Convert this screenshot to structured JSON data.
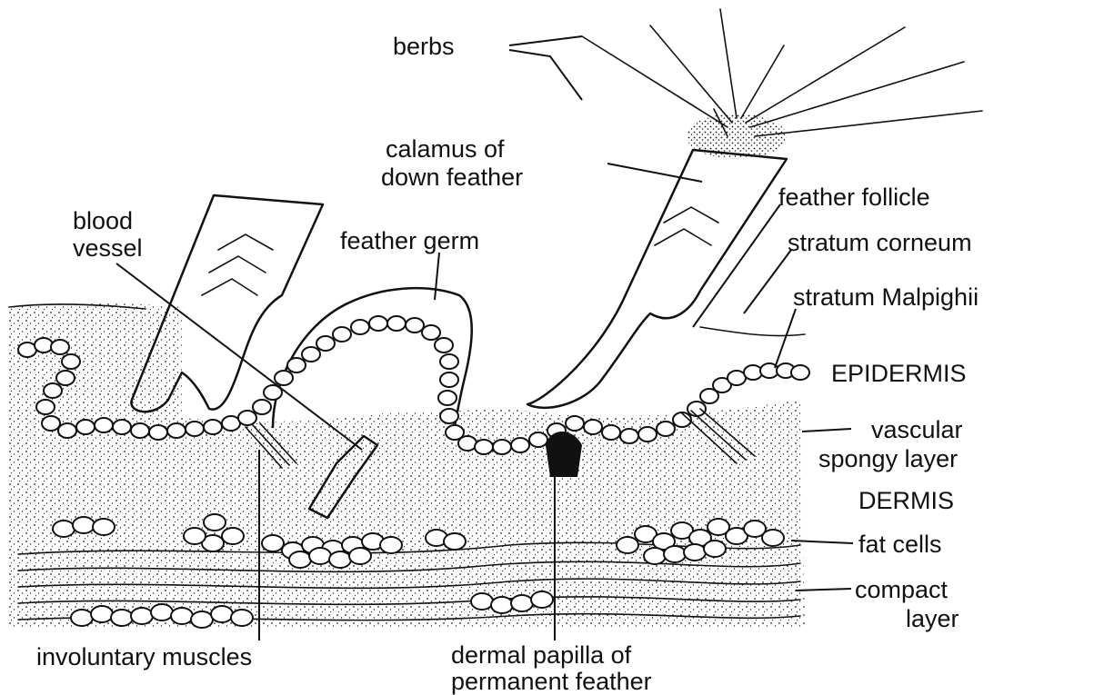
{
  "labels": {
    "barbs": "berbs",
    "calamus": [
      "calamus of",
      "down feather"
    ],
    "feather_follicle": "feather follicle",
    "stratum_corneum": "stratum corneum",
    "stratum_malpighii": "stratum Malpighii",
    "epidermis": "EPIDERMIS",
    "vascular": [
      "vascular",
      "spongy layer"
    ],
    "dermis": "DERMIS",
    "fat_cells": "fat cells",
    "compact": [
      "compact",
      "layer"
    ],
    "blood_vessel": [
      "blood",
      "vessel"
    ],
    "feather_germ": "feather germ",
    "involuntary_muscles": "involuntary muscles",
    "dermal_papilla": [
      "dermal papilla of",
      "permanent feather"
    ]
  }
}
